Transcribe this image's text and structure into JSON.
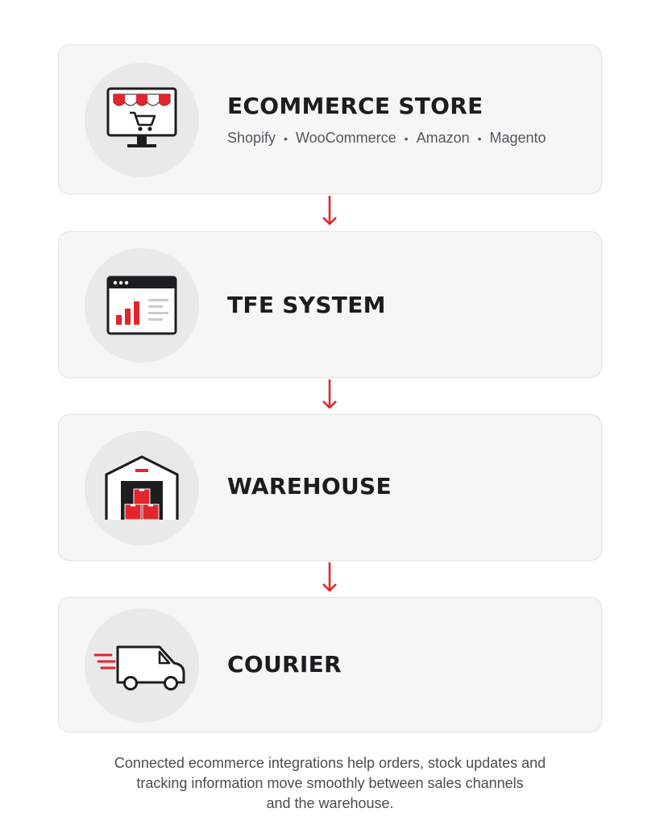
{
  "steps": [
    {
      "title": "ECOMMERCE STORE",
      "icon": "storefront-monitor-icon",
      "platforms": [
        "Shopify",
        "WooCommerce",
        "Amazon",
        "Magento"
      ]
    },
    {
      "title": "TFE SYSTEM",
      "icon": "dashboard-chart-icon"
    },
    {
      "title": "WAREHOUSE",
      "icon": "warehouse-boxes-icon"
    },
    {
      "title": "COURIER",
      "icon": "delivery-van-icon"
    }
  ],
  "separator": "•",
  "caption": {
    "line1": "Connected ecommerce integrations help orders, stock updates and",
    "line2": "tracking information move smoothly between sales channels",
    "line3": "and the warehouse."
  },
  "colors": {
    "accent": "#e2262c",
    "dark": "#1d1d20",
    "card_bg": "#f6f6f7",
    "icon_bg": "#e9e9ea"
  }
}
